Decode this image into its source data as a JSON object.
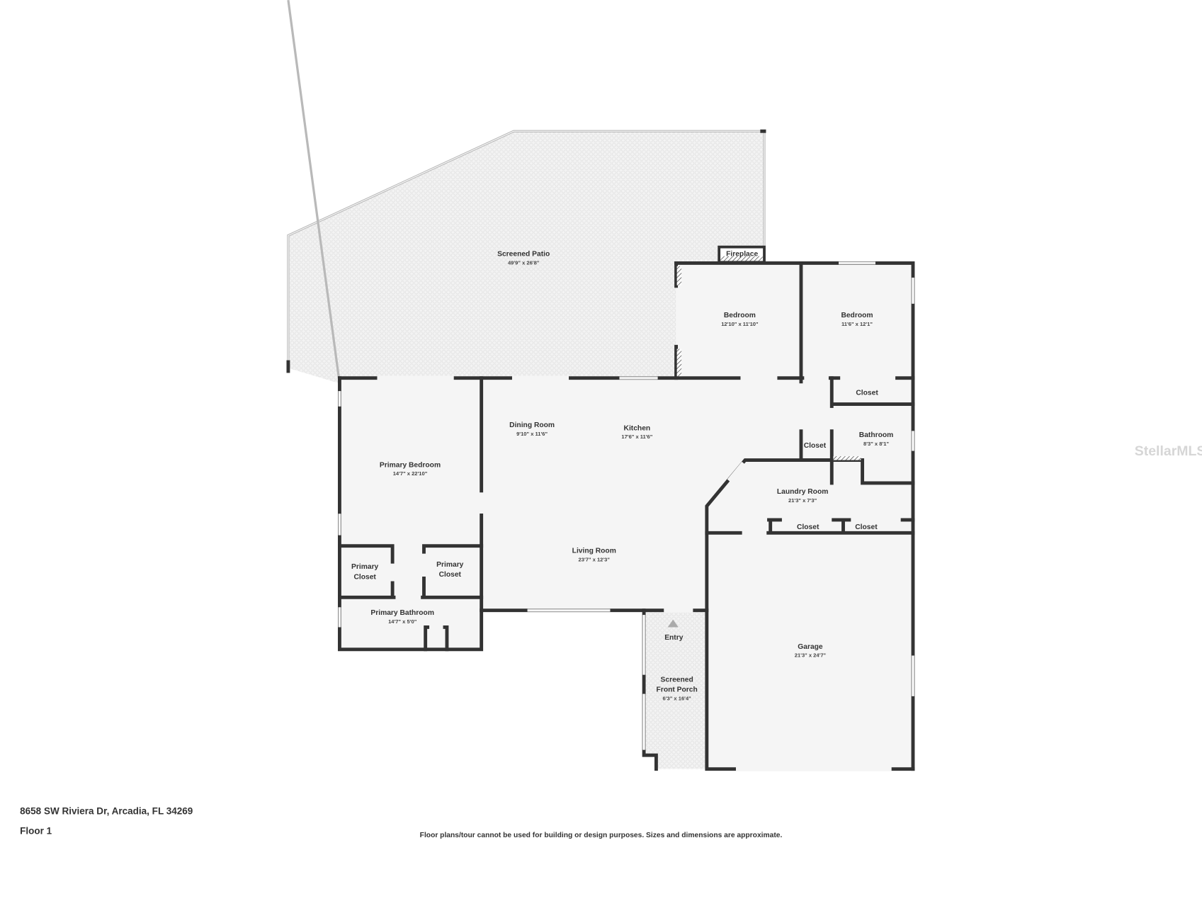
{
  "rooms": {
    "screened_patio": {
      "name": "Screened Patio",
      "dims": "49'9\" x 26'8\""
    },
    "fireplace": {
      "name": "Fireplace"
    },
    "bedroom_1": {
      "name": "Bedroom",
      "dims": "12'10\" x 11'10\""
    },
    "bedroom_2": {
      "name": "Bedroom",
      "dims": "11'6\" x 12'1\""
    },
    "closet_bed2": {
      "name": "Closet"
    },
    "bathroom": {
      "name": "Bathroom",
      "dims": "8'3\" x 8'1\""
    },
    "closet_hall": {
      "name": "Closet"
    },
    "dining_room": {
      "name": "Dining Room",
      "dims": "9'10\" x 11'6\""
    },
    "kitchen": {
      "name": "Kitchen",
      "dims": "17'6\" x 11'6\""
    },
    "primary_bedroom": {
      "name": "Primary Bedroom",
      "dims": "14'7\" x 22'10\""
    },
    "laundry_room": {
      "name": "Laundry Room",
      "dims": "21'3\" x 7'3\""
    },
    "closet_laundry_1": {
      "name": "Closet"
    },
    "closet_laundry_2": {
      "name": "Closet"
    },
    "living_room": {
      "name": "Living Room",
      "dims": "23'7\" x 12'3\""
    },
    "primary_closet_1": {
      "name_line1": "Primary",
      "name_line2": "Closet"
    },
    "primary_closet_2": {
      "name_line1": "Primary",
      "name_line2": "Closet"
    },
    "primary_bathroom": {
      "name": "Primary Bathroom",
      "dims": "14'7\" x 5'0\""
    },
    "entry": {
      "name": "Entry"
    },
    "screened_front_porch": {
      "name_line1": "Screened",
      "name_line2": "Front Porch",
      "dims": "6'3\" x 16'4\""
    },
    "garage": {
      "name": "Garage",
      "dims": "21'3\" x 24'7\""
    }
  },
  "footer": {
    "address": "8658 SW Riviera Dr, Arcadia, FL 34269",
    "floor": "Floor 1",
    "disclaimer": "Floor plans/tour cannot be used for building or design purposes. Sizes and dimensions are approximate."
  },
  "watermark": "StellarMLS",
  "colors": {
    "wall": "#333333",
    "floor": "#f5f5f5",
    "screen": "#b9b9b9"
  }
}
